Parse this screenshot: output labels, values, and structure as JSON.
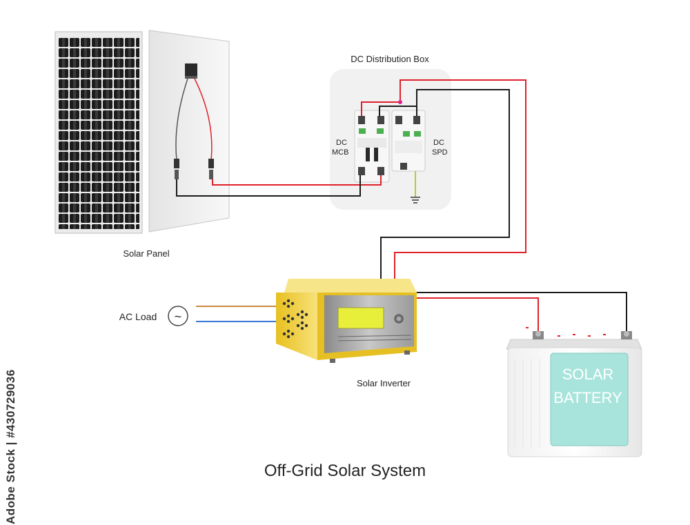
{
  "title": "Off-Grid Solar System",
  "components": {
    "solar_panel": "Solar Panel",
    "distribution_box": "DC Distribution Box",
    "mcb_line1": "DC",
    "mcb_line2": "MCB",
    "spd_line1": "DC",
    "spd_line2": "SPD",
    "inverter": "Solar Inverter",
    "ac_load": "AC Load",
    "ac_symbol": "~",
    "battery_line1": "SOLAR",
    "battery_line2": "BATTERY"
  },
  "watermark": "Adobe Stock | #430729036",
  "colors": {
    "positive_wire": "#e0202a",
    "negative_wire": "#1a1a1a",
    "ac_live_wire": "#c8893a",
    "ac_neutral_wire": "#3a78d8",
    "ground_wire": "#b8c832",
    "inverter_body": "#f2d23a",
    "inverter_screen": "#e8ef3a",
    "battery_label_bg": "#a8e4dc"
  }
}
